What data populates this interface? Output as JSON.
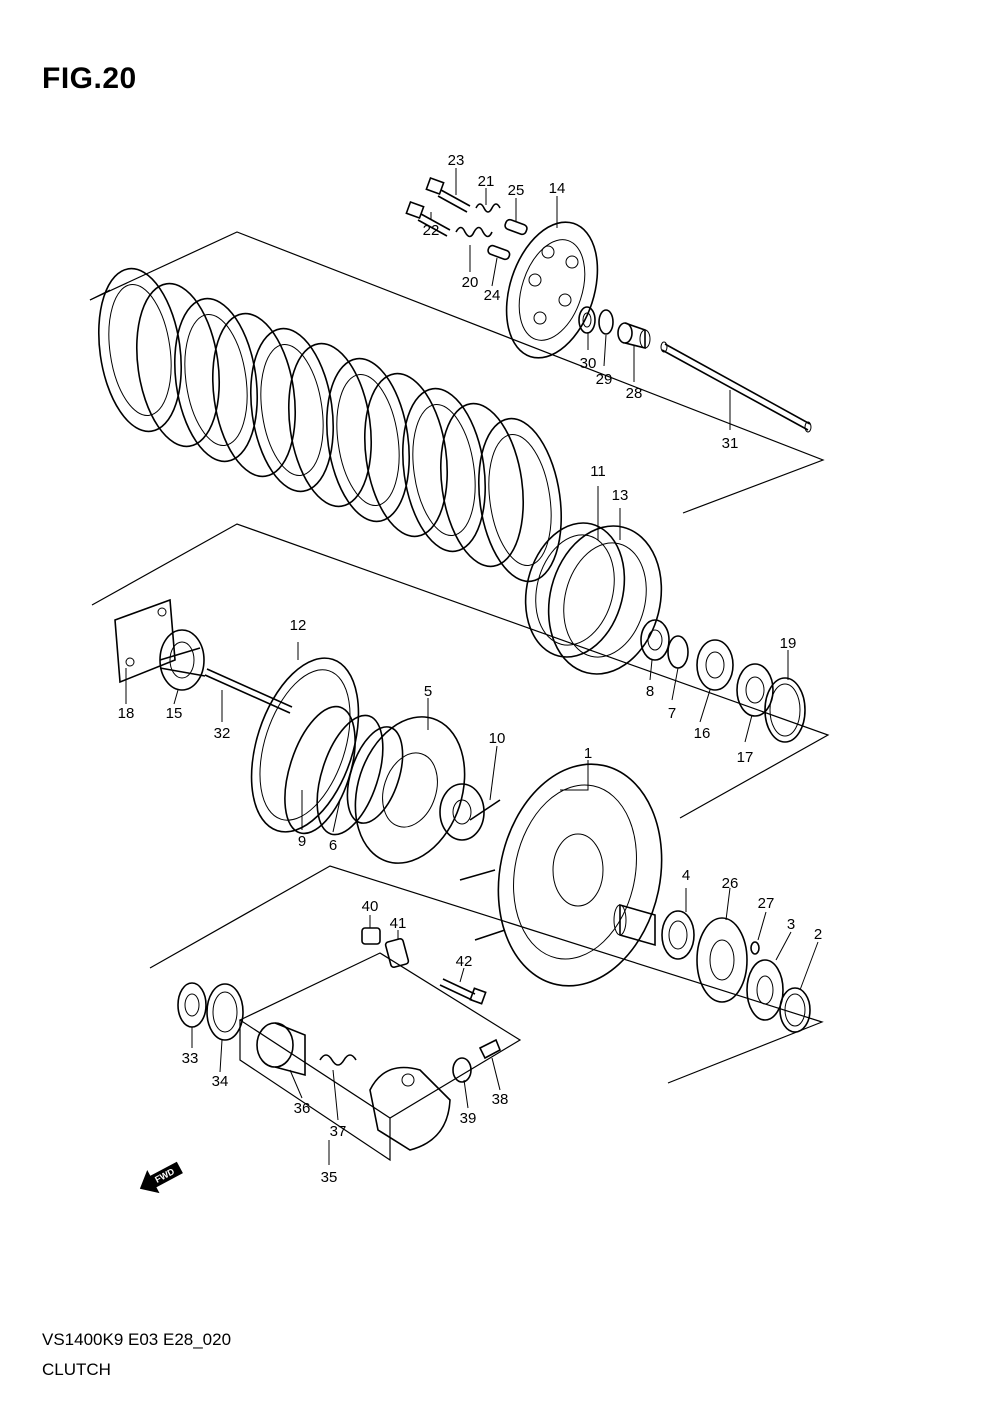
{
  "figure": {
    "title": "FIG.20"
  },
  "footer": {
    "model_code": "VS1400K9 E03 E28_020",
    "name": "CLUTCH"
  },
  "direction_arrow": {
    "text": "FWD",
    "icon": "fwd-arrow-icon"
  },
  "callouts": [
    {
      "id": "23",
      "label": "23"
    },
    {
      "id": "21",
      "label": "21"
    },
    {
      "id": "25",
      "label": "25"
    },
    {
      "id": "14",
      "label": "14"
    },
    {
      "id": "22",
      "label": "22"
    },
    {
      "id": "20",
      "label": "20"
    },
    {
      "id": "24",
      "label": "24"
    },
    {
      "id": "30",
      "label": "30"
    },
    {
      "id": "29",
      "label": "29"
    },
    {
      "id": "28",
      "label": "28"
    },
    {
      "id": "31",
      "label": "31"
    },
    {
      "id": "11",
      "label": "11"
    },
    {
      "id": "13",
      "label": "13"
    },
    {
      "id": "12",
      "label": "12"
    },
    {
      "id": "19",
      "label": "19"
    },
    {
      "id": "18",
      "label": "18"
    },
    {
      "id": "15",
      "label": "15"
    },
    {
      "id": "32",
      "label": "32"
    },
    {
      "id": "8",
      "label": "8"
    },
    {
      "id": "7",
      "label": "7"
    },
    {
      "id": "16",
      "label": "16"
    },
    {
      "id": "17",
      "label": "17"
    },
    {
      "id": "5",
      "label": "5"
    },
    {
      "id": "10",
      "label": "10"
    },
    {
      "id": "1",
      "label": "1"
    },
    {
      "id": "9",
      "label": "9"
    },
    {
      "id": "6",
      "label": "6"
    },
    {
      "id": "4",
      "label": "4"
    },
    {
      "id": "26",
      "label": "26"
    },
    {
      "id": "27",
      "label": "27"
    },
    {
      "id": "3",
      "label": "3"
    },
    {
      "id": "2",
      "label": "2"
    },
    {
      "id": "40",
      "label": "40"
    },
    {
      "id": "41",
      "label": "41"
    },
    {
      "id": "42",
      "label": "42"
    },
    {
      "id": "33",
      "label": "33"
    },
    {
      "id": "34",
      "label": "34"
    },
    {
      "id": "36",
      "label": "36"
    },
    {
      "id": "37",
      "label": "37"
    },
    {
      "id": "39",
      "label": "39"
    },
    {
      "id": "38",
      "label": "38"
    },
    {
      "id": "35",
      "label": "35"
    }
  ]
}
